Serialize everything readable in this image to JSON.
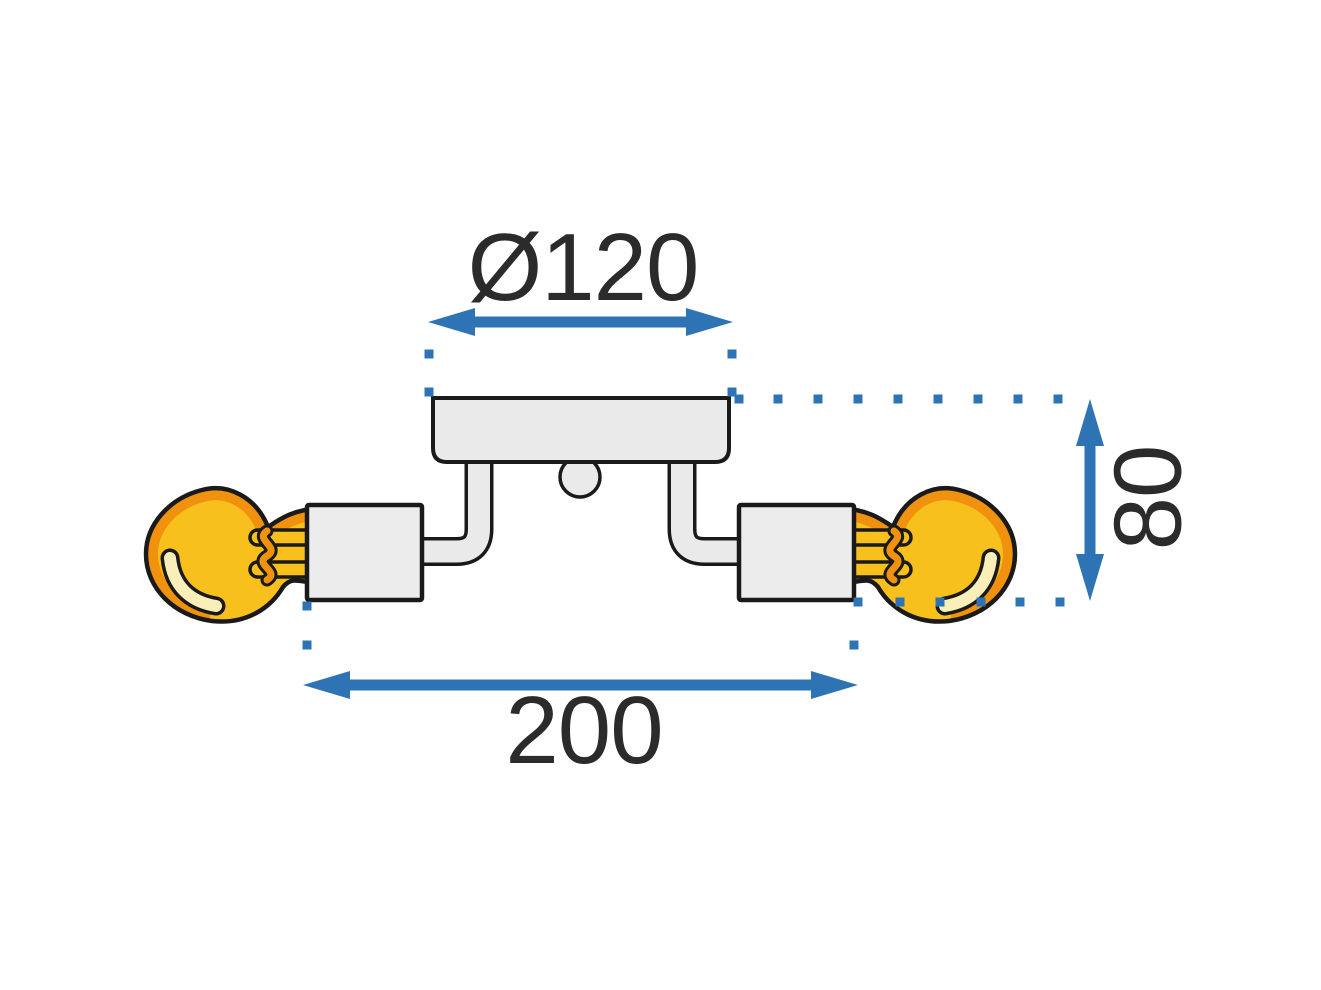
{
  "page": {
    "background": "#ffffff"
  },
  "diagram": {
    "subject": "double-bulb-ceiling-lamp-dimension-drawing",
    "colors": {
      "dimension_blue": "#2E74B5",
      "outline_black": "#1a1a1a",
      "metal_gray": "#EAEAEA",
      "bulb_yellow": "#F8C01C",
      "bulb_orange": "#F0920E",
      "bulb_highlight": "#FBEFB9",
      "label_text": "#2b2b2b"
    },
    "dimensions": {
      "diameter": {
        "label": "Ø120",
        "value": 120,
        "orientation": "horizontal"
      },
      "width": {
        "label": "200",
        "value": 200,
        "orientation": "horizontal"
      },
      "height": {
        "label": "80",
        "value": 80,
        "orientation": "vertical"
      }
    }
  }
}
